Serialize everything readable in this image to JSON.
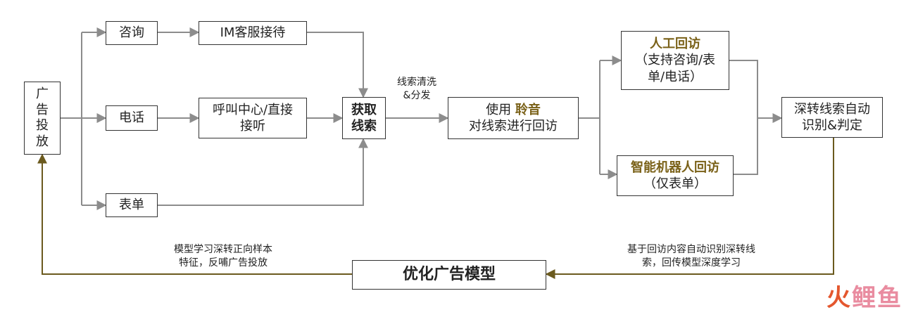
{
  "boxes": {
    "ad": "广告投放",
    "consult": "咨询",
    "phone": "电话",
    "form": "表单",
    "im": "IM客服接待",
    "callcenter_1": "呼叫中心/直接",
    "callcenter_2": "接听",
    "acquire_1": "获取",
    "acquire_2": "线索",
    "use_prefix": "使用 ",
    "use_brand": "聆音",
    "use_line2": "对线索进行回访",
    "manual_title": "人工回访",
    "manual_line2": "（支持咨询/表",
    "manual_line3": "单/电话）",
    "robot_title": "智能机器人回访",
    "robot_line2": "（仅表单）",
    "deep_1": "深转线索自动",
    "deep_2": "识别&判定",
    "optimize": "优化广告模型"
  },
  "labels": {
    "clean_1": "线索清洗",
    "clean_2": "&分发",
    "feedback_right_1": "基于回访内容自动识别深转线",
    "feedback_right_2": "索，回传模型深度学习",
    "feedback_left_1": "模型学习深转正向样本",
    "feedback_left_2": "特征，反哺广告投放"
  },
  "watermark": {
    "c1": "火",
    "c2": "鲤",
    "c3": "鱼"
  },
  "colors": {
    "arrow_gray": "#8c8c8c",
    "arrow_gold": "#6b5a1e",
    "brand_gold": "#7a6118",
    "watermark_red": "#e4572e",
    "watermark_pink": "#e98ca0"
  }
}
